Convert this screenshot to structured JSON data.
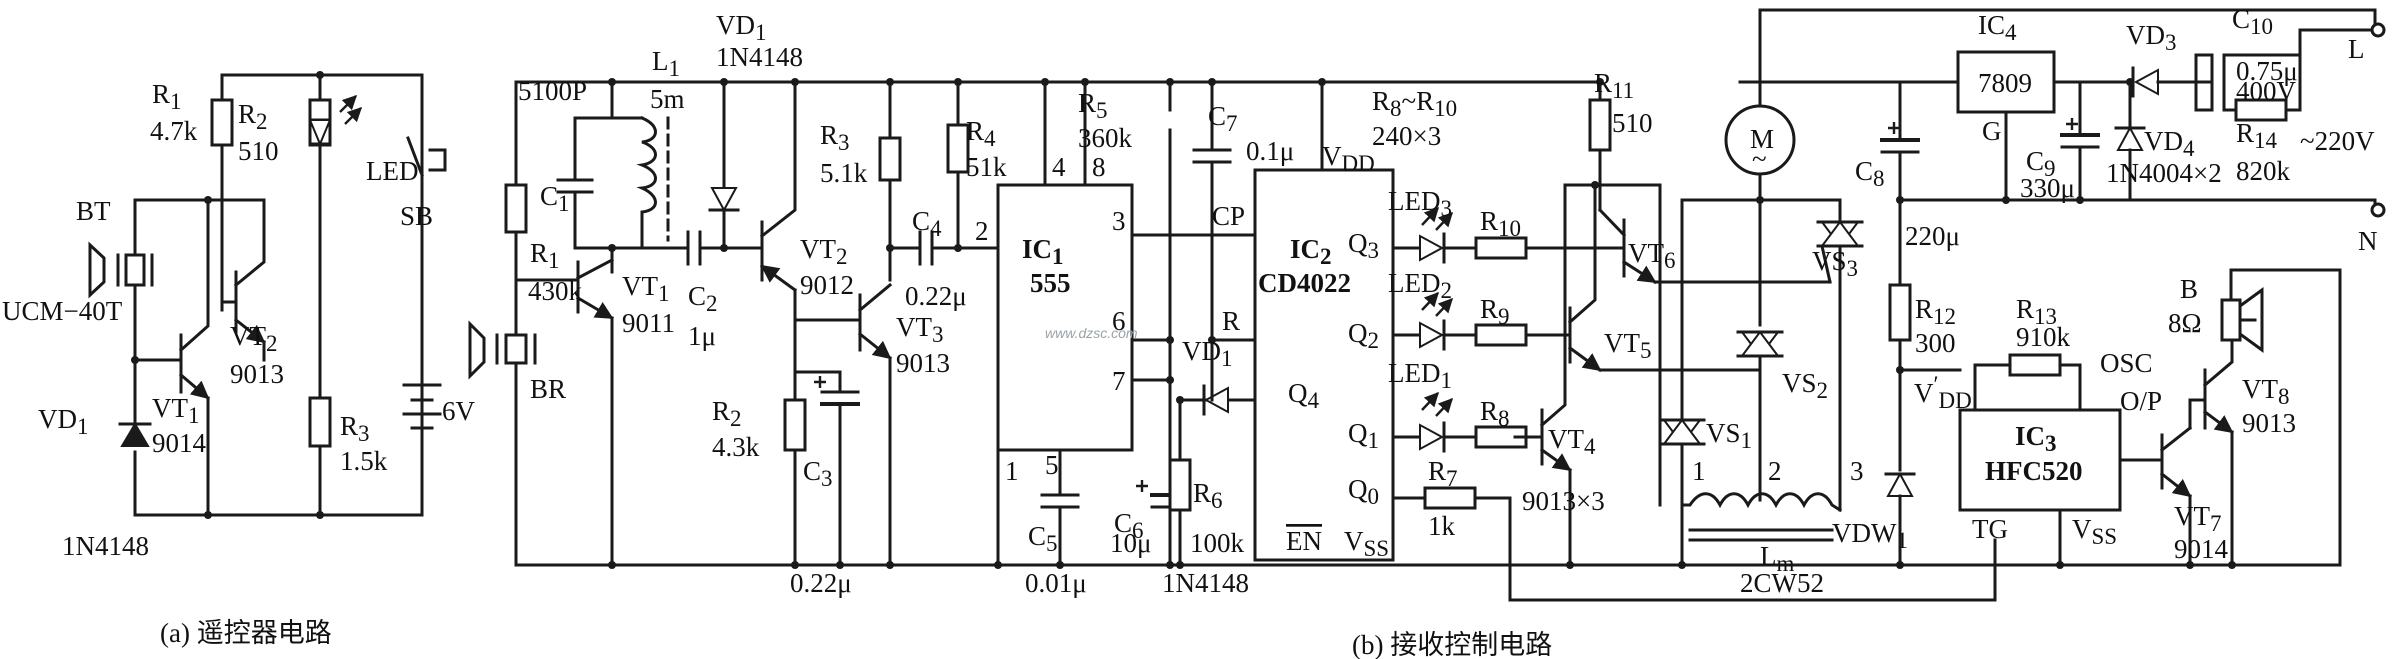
{
  "captions": {
    "a": "(a) 遥控器电路",
    "b": "(b) 接收控制电路"
  },
  "watermark": "www.dzsc.com",
  "transmitter": {
    "r1": "R",
    "r1_sub": "1",
    "r1_val": "4.7k",
    "r2": "R",
    "r2_sub": "2",
    "r2_val": "510",
    "r3": "R",
    "r3_sub": "3",
    "r3_val": "1.5k",
    "led": "LED",
    "sb": "SB",
    "bt": "BT",
    "ucm": "UCM−40T",
    "vt1": "VT",
    "vt1_sub": "1",
    "vt1_val": "9014",
    "vt2": "VT",
    "vt2_sub": "2",
    "vt2_val": "9013",
    "vd1": "VD",
    "vd1_sub": "1",
    "vd1_val": "1N4148",
    "battery": "6V"
  },
  "receiver": {
    "r1": "R",
    "r1_sub": "1",
    "r1_val": "430k",
    "c1": "C",
    "c1_sub": "1",
    "c1_val": "5100P",
    "l1": "L",
    "l1_sub": "1",
    "l1_val": "5m",
    "vd1": "VD",
    "vd1_sub": "1",
    "vd1_val": "1N4148",
    "vt1": "VT",
    "vt1_sub": "1",
    "vt1_val": "9011",
    "c2": "C",
    "c2_sub": "2",
    "c2_val": "1μ",
    "vt2": "VT",
    "vt2_sub": "2",
    "vt2_val": "9012",
    "br": "BR",
    "r2": "R",
    "r2_sub": "2",
    "r2_val": "4.3k",
    "c3": "C",
    "c3_sub": "3",
    "c3_val": "0.22μ",
    "r3": "R",
    "r3_sub": "3",
    "r3_val": "5.1k",
    "vt3": "VT",
    "vt3_sub": "3",
    "vt3_val": "9013",
    "c4": "C",
    "c4_sub": "4",
    "c4_val": "0.22μ",
    "r4": "R",
    "r4_sub": "4",
    "r4_val": "51k",
    "r5": "R",
    "r5_sub": "5",
    "r5_val": "360k",
    "ic1": "IC",
    "ic1_sub": "1",
    "ic1_val": "555",
    "pins555": {
      "p4": "4",
      "p8": "8",
      "p3": "3",
      "p2": "2",
      "p6": "6",
      "p7": "7",
      "p1": "1",
      "p5": "5"
    },
    "c5": "C",
    "c5_sub": "5",
    "c5_val": "0.01μ",
    "c6": "C",
    "c6_sub": "6",
    "c6_val": "10μ",
    "c7": "C",
    "c7_sub": "7",
    "c7_val": "0.1μ",
    "r6": "R",
    "r6_sub": "6",
    "r6_val": "100k",
    "vd1b": "VD",
    "vd1b_sub": "1",
    "vd1b_val": "1N4148",
    "ic2": "IC",
    "ic2_sub": "2",
    "ic2_val": "CD4022",
    "pins4022": {
      "vdd": "V",
      "vdd_sub": "DD",
      "cp": "CP",
      "r": "R",
      "q3": "Q",
      "q3_sub": "3",
      "q2": "Q",
      "q2_sub": "2",
      "q4": "Q",
      "q4_sub": "4",
      "q1": "Q",
      "q1_sub": "1",
      "q0": "Q",
      "q0_sub": "0",
      "en": "EN",
      "vss": "V",
      "vss_sub": "SS"
    },
    "r8r10": "R",
    "r8r10_sub1": "8",
    "r8r10_mid": "~R",
    "r8r10_sub2": "10",
    "r8r10_val": "240×3",
    "led3": "LED",
    "led3_sub": "3",
    "led2": "LED",
    "led2_sub": "2",
    "led1": "LED",
    "led1_sub": "1",
    "r10": "R",
    "r10_sub": "10",
    "r9": "R",
    "r9_sub": "9",
    "r8": "R",
    "r8_sub": "8",
    "r7": "R",
    "r7_sub": "7",
    "r7_val": "1k",
    "r11": "R",
    "r11_sub": "11",
    "r11_val": "510",
    "vt6": "VT",
    "vt6_sub": "6",
    "vt5": "VT",
    "vt5_sub": "5",
    "vt4": "VT",
    "vt4_sub": "4",
    "vt4_val": "9013×3",
    "motor": "M",
    "motor_tilde": "~",
    "vs3": "VS",
    "vs3_sub": "3",
    "vs2": "VS",
    "vs2_sub": "2",
    "vs1": "VS",
    "vs1_sub": "1",
    "tap1": "1",
    "tap2": "2",
    "tap3": "3",
    "lm": "L",
    "lm_sub": "m",
    "ic4": "IC",
    "ic4_sub": "4",
    "ic4_val": "7809",
    "ic4_g": "G",
    "c8": "C",
    "c8_sub": "8",
    "c8_val": "220μ",
    "c9": "C",
    "c9_sub": "9",
    "c9_val": "330μ",
    "vd3": "VD",
    "vd3_sub": "3",
    "vd4": "VD",
    "vd4_sub": "4",
    "vd_val": "1N4004×2",
    "c10": "C",
    "c10_sub": "10",
    "c10_val": "0.75μ",
    "c10_volt": "400V",
    "r14": "R",
    "r14_sub": "14",
    "r14_val": "820k",
    "mains": "~220V",
    "l": "L",
    "n": "N",
    "r12": "R",
    "r12_sub": "12",
    "r12_val": "300",
    "r13": "R",
    "r13_sub": "13",
    "r13_val": "910k",
    "ic3": "IC",
    "ic3_sub": "3",
    "ic3_val": "HFC520",
    "vdd3": "V",
    "vdd3_sub": "DD",
    "vdd3_sup": "′",
    "osc": "OSC",
    "op": "O/P",
    "tg": "TG",
    "vss3": "V",
    "vss3_sub": "SS",
    "vdw1": "VDW",
    "vdw1_sub": "1",
    "vdw1_val": "2CW52",
    "speaker": "B",
    "speaker_val": "8Ω",
    "vt8": "VT",
    "vt8_sub": "8",
    "vt8_val": "9013",
    "vt7": "VT",
    "vt7_sub": "7",
    "vt7_val": "9014"
  }
}
